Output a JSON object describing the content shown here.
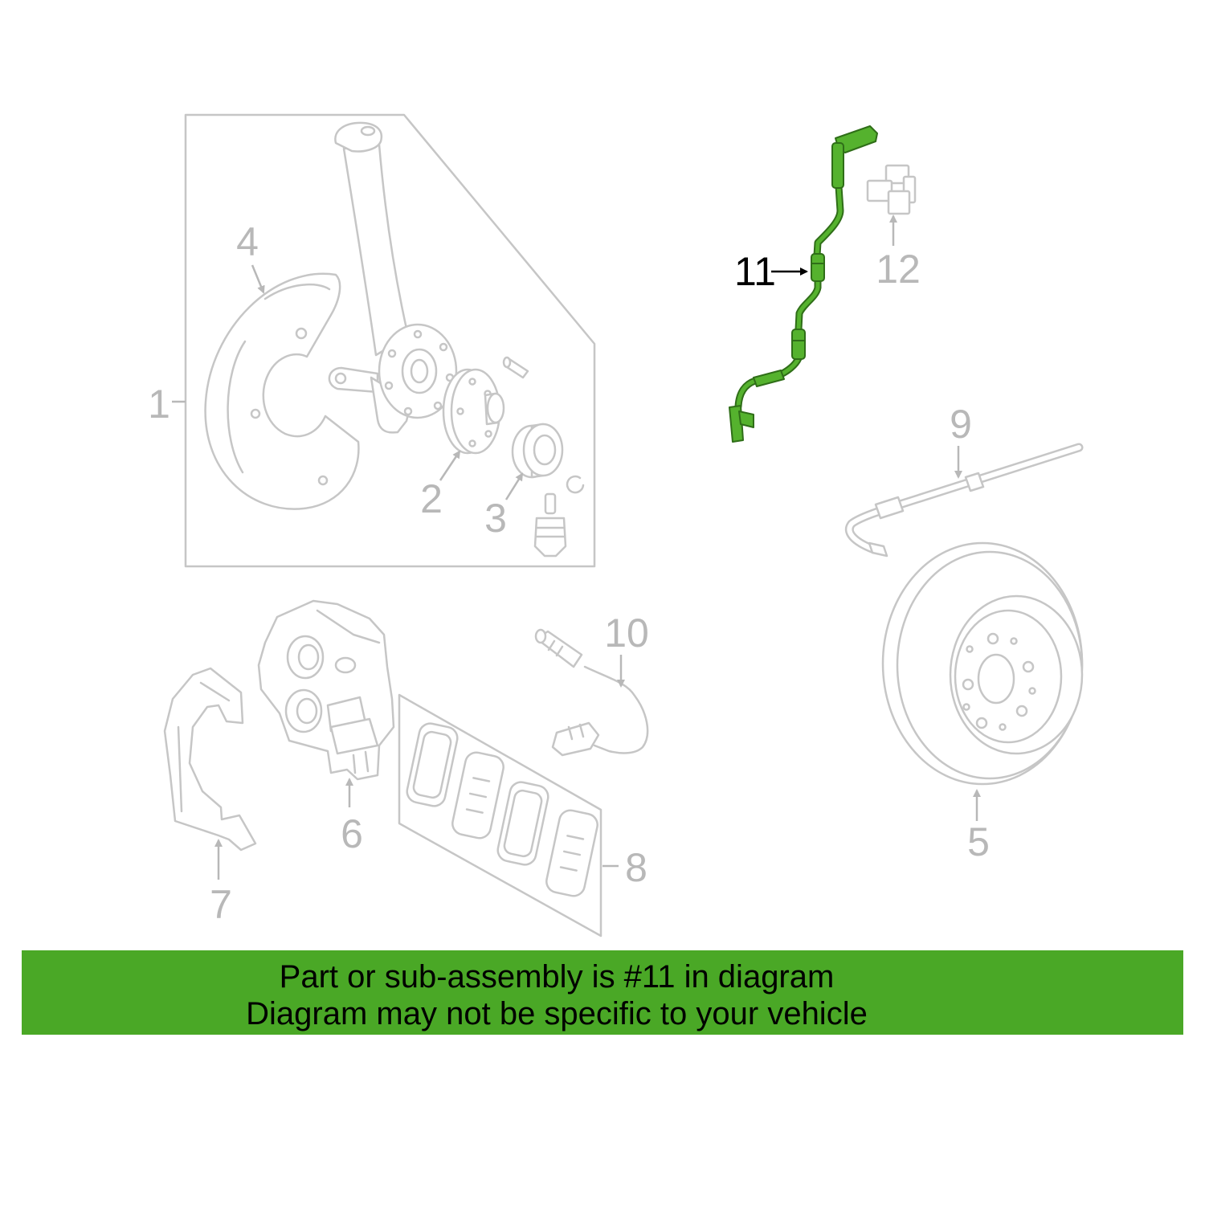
{
  "diagram": {
    "callouts": {
      "c1": {
        "label": "1",
        "highlighted": false
      },
      "c2": {
        "label": "2",
        "highlighted": false
      },
      "c3": {
        "label": "3",
        "highlighted": false
      },
      "c4": {
        "label": "4",
        "highlighted": false
      },
      "c5": {
        "label": "5",
        "highlighted": false
      },
      "c6": {
        "label": "6",
        "highlighted": false
      },
      "c7": {
        "label": "7",
        "highlighted": false
      },
      "c8": {
        "label": "8",
        "highlighted": false
      },
      "c9": {
        "label": "9",
        "highlighted": false
      },
      "c10": {
        "label": "10",
        "highlighted": false
      },
      "c11": {
        "label": "11",
        "highlighted": true
      },
      "c12": {
        "label": "12",
        "highlighted": false
      }
    }
  },
  "banner": {
    "line1": "Part or sub-assembly is #11 in diagram",
    "line2": "Diagram may not be specific to your vehicle"
  },
  "colors": {
    "banner_background": "#4aa826",
    "banner_text": "#000000",
    "part_outline": "#c6c6c6",
    "callout_text": "#b8b8b8",
    "highlight_fill": "#55b22e",
    "highlight_stroke": "#2f6e18",
    "highlight_label": "#000000"
  }
}
